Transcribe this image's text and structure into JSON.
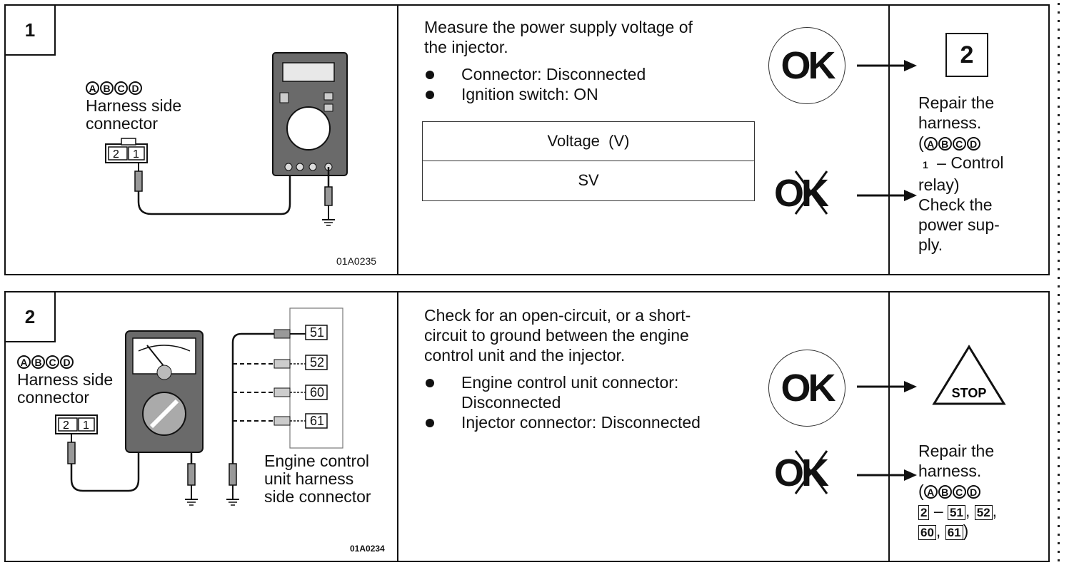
{
  "steps": [
    {
      "number": "1",
      "illustration": {
        "connector_title": "Harness side\nconnector",
        "abcd": [
          "A",
          "B",
          "C",
          "D"
        ],
        "pins": [
          "2",
          "1"
        ],
        "figure_code": "01A0235"
      },
      "instruction": "Measure the power supply voltage of\nthe injector.",
      "bullets": [
        "Connector: Disconnected",
        "Ignition switch: ON"
      ],
      "table": {
        "header": "Voltage  (V)",
        "value": "SV"
      },
      "ok_label": "OK",
      "ng_label": "OK",
      "ok_result": "2",
      "ng_result": {
        "line1": "Repair the\nharness.",
        "ref_pin": "1",
        "ref_text": " – Control",
        "line2": "relay)\nCheck the\npower sup-\nply."
      }
    },
    {
      "number": "2",
      "illustration": {
        "connector_title": "Harness side\nconnector",
        "abcd": [
          "A",
          "B",
          "C",
          "D"
        ],
        "pins": [
          "2",
          "1"
        ],
        "ecu_terminals": [
          "51",
          "52",
          "60",
          "61"
        ],
        "ecu_label": "Engine control\nunit harness\nside connector",
        "figure_code": "01A0234"
      },
      "instruction": "Check for an open-circuit, or a short-\ncircuit to ground between the engine\ncontrol unit and the injector.",
      "bullets": [
        "Engine control unit connector:\nDisconnected",
        "Injector connector: Disconnected"
      ],
      "ok_label": "OK",
      "ng_label": "OK",
      "ok_result": "STOP",
      "ng_result": {
        "line1": "Repair the\nharness.",
        "terms": [
          "2",
          "51",
          "52",
          "60",
          "61"
        ]
      }
    }
  ]
}
